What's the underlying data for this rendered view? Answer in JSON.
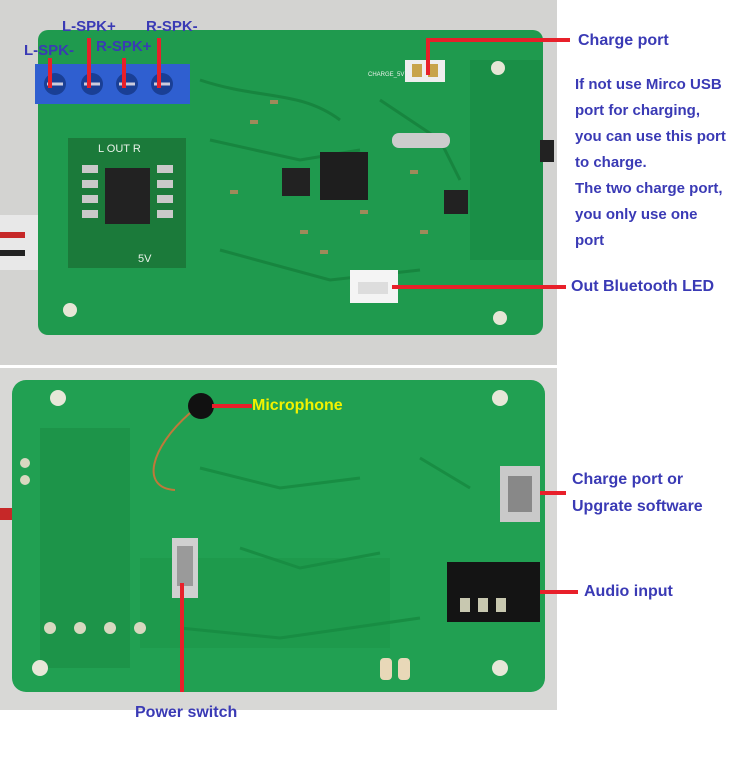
{
  "labels": {
    "l_spk_minus": "L-SPK-",
    "l_spk_plus": "L-SPK+",
    "r_spk_plus": "R-SPK+",
    "r_spk_minus": "R-SPK-",
    "charge_port": "Charge port",
    "out_bluetooth_led": "Out Bluetooth LED",
    "microphone": "Microphone",
    "charge_port_or_upgrade": [
      "Charge port or",
      "Upgrate software"
    ],
    "audio_input": "Audio input",
    "power_switch": "Power switch"
  },
  "note_lines": [
    "If not use Mirco USB",
    "port for charging,",
    "you can use this port",
    "to charge.",
    "The two charge port,",
    "you only use one",
    "port"
  ],
  "pcb_silkscreen": {
    "amp_board": "L OUT R",
    "amp_voltage": "5V",
    "charge_header": "CHARGE_5V"
  },
  "colors": {
    "label_text": "#3a3ab5",
    "microphone_text": "#f2f200",
    "pointer_line": "#e8202a",
    "pcb_green": "#1f9a4e",
    "amp_board_green": "#1b7a3a",
    "terminal_blue": "#2f5fd0"
  }
}
